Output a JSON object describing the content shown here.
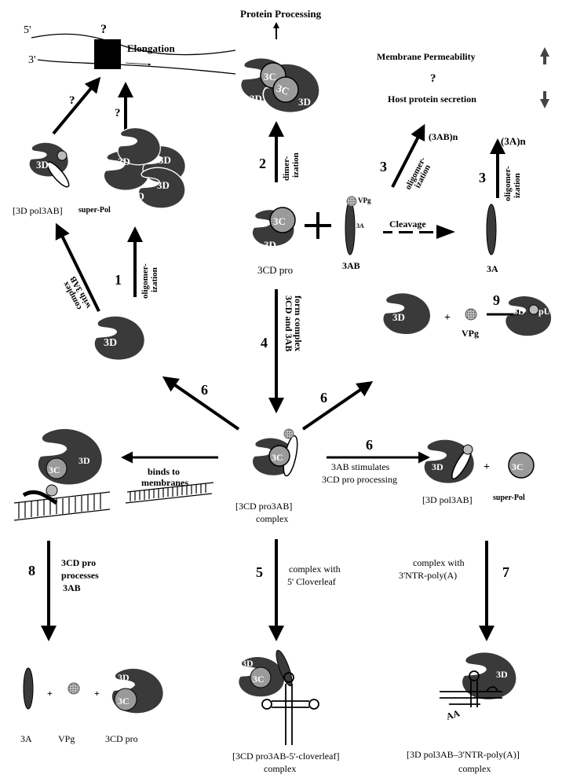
{
  "top": {
    "protein_processing": "Protein Processing",
    "membrane_permeability": "Membrane Permeability",
    "question": "?",
    "host_secretion": "Host protein secretion",
    "five_prime": "5'",
    "three_prime": "3'",
    "elongation": "Elongation"
  },
  "proteins": {
    "d3": "3D",
    "c3": "3C",
    "c3_alt": "3C",
    "pU": "pU",
    "vpg_small": "VPg",
    "a3_small": "3A"
  },
  "labels": {
    "pol3ab_left": "[3D pol3AB]",
    "superpol_left": "super-Pol",
    "cdpro_center": "3CD pro",
    "ab3": "3AB",
    "a3": "3A",
    "ab3_n": "(3AB)n",
    "a3_n": "(3A)n",
    "cleavage": "Cleavage",
    "vpg_right": "VPg",
    "complex_center_line1": "[3CD pro3AB]",
    "complex_center_line2": "complex",
    "pol3ab_right": "[3D pol3AB]",
    "superpol_right": "super-Pol",
    "bottom_a3": "3A",
    "bottom_vpg": "VPg",
    "bottom_cdpro": "3CD pro",
    "bottom_center_line1": "[3CD pro3AB-5'-cloverleaf]",
    "bottom_center_line2": "complex",
    "bottom_right_line1": "[3D pol3AB–3'NTR-poly(A)]",
    "bottom_right_line2": "complex",
    "aa": "AA",
    "plus": "+"
  },
  "steps": {
    "s1": "1",
    "s1_label_a": "oligomer-",
    "s1_label_b": "ization",
    "s1_side_a": "complex",
    "s1_side_b": "with 3AB",
    "s2": "2",
    "s2_label_a": "dimer-",
    "s2_label_b": "ization",
    "s3a": "3",
    "s3b": "3",
    "s3_label_a": "oligomer-",
    "s3_label_b": "ization",
    "s4": "4",
    "s4_label_a": "3CD and 3AB",
    "s4_label_b": "form complex",
    "s5": "5",
    "s5_label_a": "complex with",
    "s5_label_b": "5' Cloverleaf",
    "s6a": "6",
    "s6b": "6",
    "s6c": "6",
    "s6_label_a": "3AB stimulates",
    "s6_label_b": "3CD pro processing",
    "s7": "7",
    "s7_label_a": "complex with",
    "s7_label_b": "3'NTR-poly(A)",
    "s8": "8",
    "s8_label_a": "3CD pro",
    "s8_label_b": "processes",
    "s8_label_c": "3AB",
    "s9": "9",
    "membranes_a": "binds to",
    "membranes_b": "membranes",
    "q1": "?",
    "q2": "?"
  }
}
